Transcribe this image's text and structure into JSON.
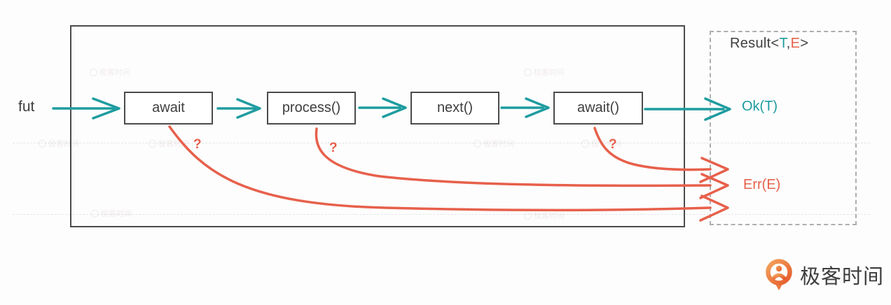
{
  "diagram": {
    "input_label": "fut",
    "nodes": [
      {
        "label": "await"
      },
      {
        "label": "process()"
      },
      {
        "label": "next()"
      },
      {
        "label": "await()"
      }
    ],
    "error_mark": "?",
    "result_type": {
      "prefix": "Result<",
      "ok_param": "T",
      "separator": ",",
      "err_param": "E",
      "suffix": ">"
    },
    "ok_label": "Ok(T)",
    "err_label": "Err(E)"
  },
  "colors": {
    "teal": "#1E9C9F",
    "red": "#E7604B",
    "border_dark": "#4B4B4B",
    "border_dashed": "#AEAEAE",
    "text_dark": "#3E3E3E",
    "logo_orange": "#E55A2B",
    "logo_orange_light": "#F2A35C"
  },
  "branding": {
    "logo_text": "极客时间",
    "watermark_text": "极客时间"
  }
}
